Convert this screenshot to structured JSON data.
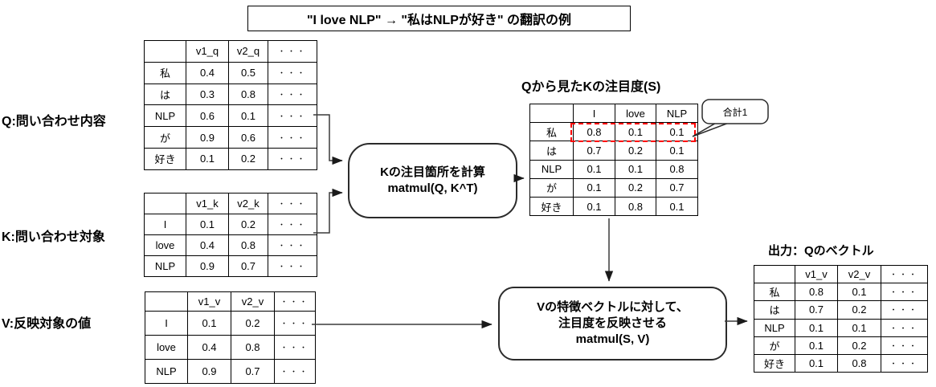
{
  "title": "\"I love NLP\" → \"私はNLPが好き\" の翻訳の例",
  "q_section": {
    "label": "Q:問い合わせ内容",
    "table": {
      "headers": [
        "",
        "v1_q",
        "v2_q",
        "・・・"
      ],
      "rows": [
        [
          "私",
          "0.4",
          "0.5",
          "・・・"
        ],
        [
          "は",
          "0.3",
          "0.8",
          "・・・"
        ],
        [
          "NLP",
          "0.6",
          "0.1",
          "・・・"
        ],
        [
          "が",
          "0.9",
          "0.6",
          "・・・"
        ],
        [
          "好き",
          "0.1",
          "0.2",
          "・・・"
        ]
      ]
    }
  },
  "k_section": {
    "label": "K:問い合わせ対象",
    "table": {
      "headers": [
        "",
        "v1_k",
        "v2_k",
        "・・・"
      ],
      "rows": [
        [
          "I",
          "0.1",
          "0.2",
          "・・・"
        ],
        [
          "love",
          "0.4",
          "0.8",
          "・・・"
        ],
        [
          "NLP",
          "0.9",
          "0.7",
          "・・・"
        ]
      ]
    }
  },
  "v_section": {
    "label": "V:反映対象の値",
    "table": {
      "headers": [
        "",
        "v1_v",
        "v2_v",
        "・・・"
      ],
      "rows": [
        [
          "I",
          "0.1",
          "0.2",
          "・・・"
        ],
        [
          "love",
          "0.4",
          "0.8",
          "・・・"
        ],
        [
          "NLP",
          "0.9",
          "0.7",
          "・・・"
        ]
      ]
    }
  },
  "attention_section": {
    "title": "Qから見たKの注目度(S)",
    "callout_label": "合計1",
    "table": {
      "headers": [
        "",
        "I",
        "love",
        "NLP"
      ],
      "rows": [
        [
          "私",
          "0.8",
          "0.1",
          "0.1"
        ],
        [
          "は",
          "0.7",
          "0.2",
          "0.1"
        ],
        [
          "NLP",
          "0.1",
          "0.1",
          "0.8"
        ],
        [
          "が",
          "0.1",
          "0.2",
          "0.7"
        ],
        [
          "好き",
          "0.1",
          "0.8",
          "0.1"
        ]
      ]
    }
  },
  "output_section": {
    "title": "出力：Qのベクトル",
    "table": {
      "headers": [
        "",
        "v1_v",
        "v2_v",
        "・・・"
      ],
      "rows": [
        [
          "私",
          "0.8",
          "0.1",
          "・・・"
        ],
        [
          "は",
          "0.7",
          "0.2",
          "・・・"
        ],
        [
          "NLP",
          "0.1",
          "0.1",
          "・・・"
        ],
        [
          "が",
          "0.1",
          "0.2",
          "・・・"
        ],
        [
          "好き",
          "0.1",
          "0.8",
          "・・・"
        ]
      ]
    }
  },
  "process_boxes": {
    "qk_matmul": {
      "lines": [
        "Kの注目箇所を計算",
        "matmul(Q, K^T)"
      ]
    },
    "sv_matmul": {
      "lines": [
        "Vの特徴ベクトルに対して、",
        "注目度を反映させる",
        "matmul(S, V)"
      ]
    }
  },
  "colors": {
    "highlight_red": "#FF0000",
    "connector_line": "#3A3A3A"
  }
}
